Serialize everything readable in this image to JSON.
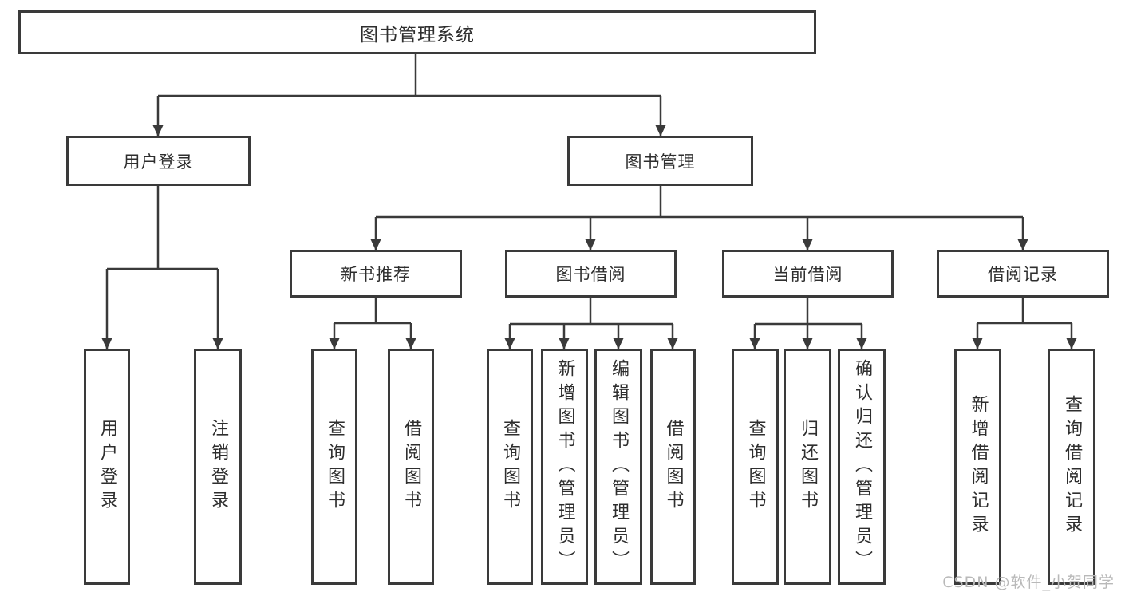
{
  "diagram_type": "hierarchy-tree",
  "colors": {
    "line": "#3a3a3a",
    "box_border": "#3a3a3a",
    "text": "#2e2e2e",
    "watermark": "#b9b9b9",
    "background": "#ffffff"
  },
  "tree": {
    "label": "图书管理系统",
    "children": [
      {
        "label": "用户登录",
        "children": [
          {
            "label": "用户登录"
          },
          {
            "label": "注销登录"
          }
        ]
      },
      {
        "label": "图书管理",
        "children": [
          {
            "label": "新书推荐",
            "children": [
              {
                "label": "查询图书"
              },
              {
                "label": "借阅图书"
              }
            ]
          },
          {
            "label": "图书借阅",
            "children": [
              {
                "label": "查询图书"
              },
              {
                "label": "新增图书（管理员）"
              },
              {
                "label": "编辑图书（管理员）"
              },
              {
                "label": "借阅图书"
              }
            ]
          },
          {
            "label": "当前借阅",
            "children": [
              {
                "label": "查询图书"
              },
              {
                "label": "归还图书"
              },
              {
                "label": "确认归还（管理员）"
              }
            ]
          },
          {
            "label": "借阅记录",
            "children": [
              {
                "label": "新增借阅记录"
              },
              {
                "label": "查询借阅记录"
              }
            ]
          }
        ]
      }
    ]
  },
  "watermark": {
    "text": "CSDN @软件_小贺同学"
  }
}
